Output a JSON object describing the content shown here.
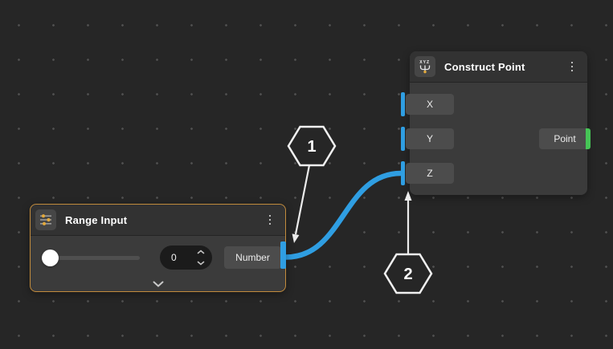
{
  "canvas": {
    "background_color": "#262626",
    "dot_grid_color": "#4E4E4E"
  },
  "construct_point_node": {
    "title": "Construct Point",
    "icon": "xyz-construct-point-icon",
    "menu": "kebab-menu-icon",
    "inputs": [
      {
        "label": "X",
        "connected": false
      },
      {
        "label": "Y",
        "connected": false
      },
      {
        "label": "Z",
        "connected": true
      }
    ],
    "output": {
      "label": "Point"
    },
    "input_port_color": "#2F9EE2",
    "output_port_color": "#46C556"
  },
  "range_input_node": {
    "title": "Range Input",
    "icon": "sliders-icon",
    "menu": "kebab-menu-icon",
    "selected_border_color": "#C28B3C",
    "slider": {
      "value_position": "min"
    },
    "stepper": {
      "value": "0"
    },
    "output": {
      "label": "Number"
    },
    "output_port_color": "#2F9EE2"
  },
  "wire": {
    "color": "#2F9EE2",
    "from": "range_input_node.output",
    "to": "construct_point_node.inputs.Z"
  },
  "annotations": {
    "marker1": {
      "label": "1",
      "points_at": "number-output-port"
    },
    "marker2": {
      "label": "2",
      "points_at": "z-input-port"
    }
  }
}
